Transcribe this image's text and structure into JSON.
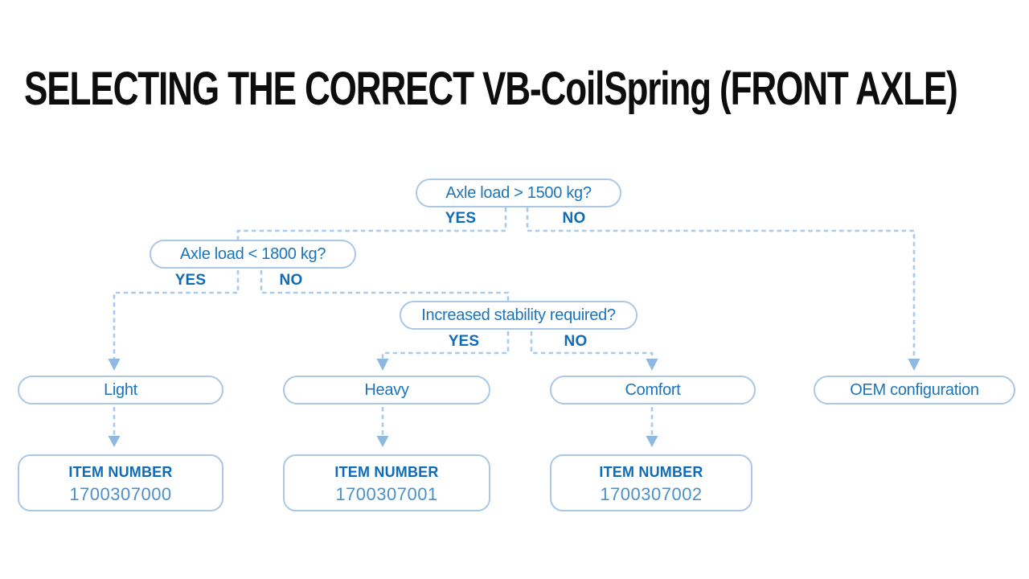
{
  "title": "SELECTING THE CORRECT VB-CoilSpring (FRONT AXLE)",
  "labels": {
    "yes": "YES",
    "no": "NO",
    "item_number": "ITEM NUMBER"
  },
  "nodes": {
    "q1": {
      "label": "Axle load > 1500 kg?"
    },
    "q2": {
      "label": "Axle load < 1800 kg?"
    },
    "q3": {
      "label": "Increased stability required?"
    }
  },
  "results": {
    "light": {
      "label": "Light",
      "item_number": "1700307000"
    },
    "heavy": {
      "label": "Heavy",
      "item_number": "1700307001"
    },
    "comfort": {
      "label": "Comfort",
      "item_number": "1700307002"
    },
    "oem": {
      "label": "OEM configuration"
    }
  },
  "colors": {
    "title_black": "#0d0d0d",
    "text_blue": "#1b75bc",
    "bold_blue": "#0f6bb5",
    "number_blue": "#4b90cb",
    "border_blue": "#a9c7e6",
    "dash_blue": "#a9cbe9",
    "arrow_blue": "#8cb8e2"
  }
}
